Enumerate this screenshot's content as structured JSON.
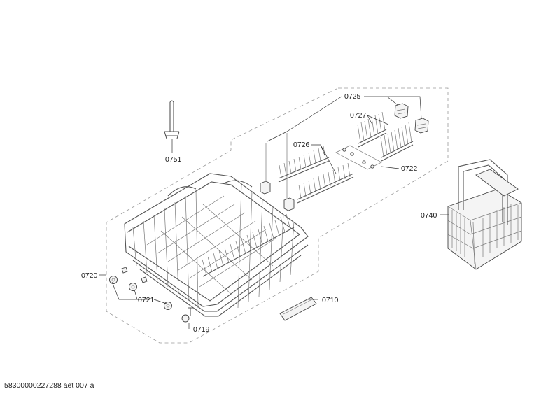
{
  "labels": {
    "p0751": "0751",
    "p0725": "0725",
    "p0727": "0727",
    "p0726": "0726",
    "p0722": "0722",
    "p0740": "0740",
    "p0720": "0720",
    "p0721": "0721",
    "p0710": "0710",
    "p0719": "0719"
  },
  "footer": "58300000227288 aet 007 a"
}
